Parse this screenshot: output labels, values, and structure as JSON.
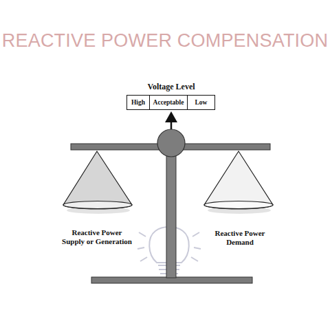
{
  "diagram": {
    "title": "REACTIVE POWER COMPENSATION",
    "nodes": [
      {
        "text": [
          "Voltage Level"
        ]
      },
      {
        "text": [
          "High"
        ],
        "in": 0
      },
      {
        "text": [
          "Acceptable"
        ],
        "in": 0
      },
      {
        "text": [
          "Low"
        ],
        "in": 0
      }
    ],
    "labels": [
      "Reactive Power Supply or Generation",
      "Reactive Power Demand"
    ]
  }
}
